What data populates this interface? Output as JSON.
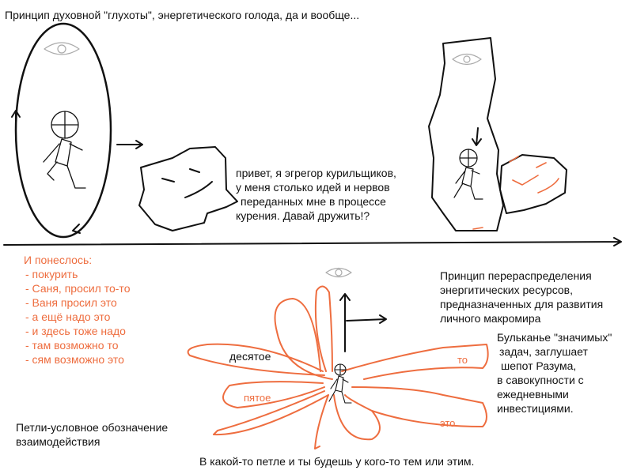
{
  "title": "Принцип духовной \"глухоты\", энергетического голода, да и вообще...",
  "egregor_speech": [
    "привет, я эгрегор курильщиков,",
    "у меня столько идей и нервов",
    "переданных мне в процессе",
    "курения. Давай дружить!?"
  ],
  "list": {
    "heading": "И понеслось:",
    "items": [
      "- покурить",
      "- Саня, просил то-то",
      "- Ваня просил это",
      "- а ещё надо это",
      "- и здесь тоже надо",
      "- там возможно то",
      "- сям возможно это"
    ]
  },
  "principle": [
    "Принцип перераспределения",
    "энергитических ресурсов,",
    "предназначенных для развития",
    "личного макромира"
  ],
  "bubbling": [
    "Бульканье \"значимых\"",
    "задач, заглушает",
    "шепот Разума,",
    "в савокупности с",
    "ежедневными",
    "инвестициями."
  ],
  "legend": [
    "Петли-условное обозначение",
    "взаимодействия"
  ],
  "loops": {
    "tenth": "десятое",
    "fifth": "пятое",
    "that": "то",
    "this": "это"
  },
  "footer": "В какой-то петле и ты будешь у кого-то тем или этим.",
  "colors": {
    "ink": "#111111",
    "accent": "#ee6d3f"
  }
}
